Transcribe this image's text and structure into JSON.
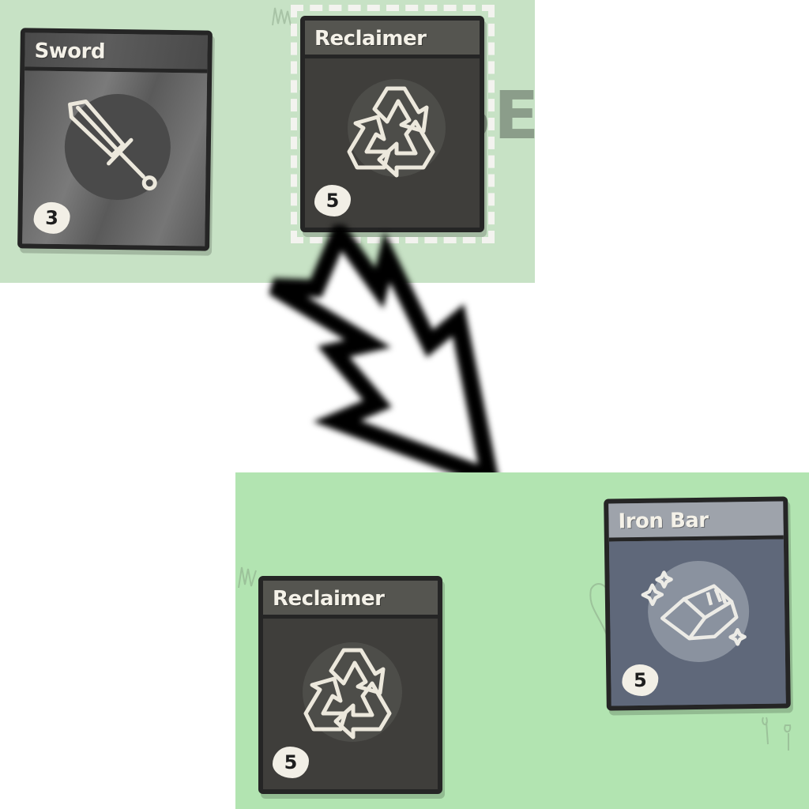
{
  "overlay": {
    "paused_label": "PAUSED"
  },
  "before": {
    "cards": {
      "sword": {
        "title": "Sword",
        "value": "3",
        "icon": "sword-icon"
      },
      "reclaimer": {
        "title": "Reclaimer",
        "value": "5",
        "icon": "recycle-icon",
        "selected": true
      }
    }
  },
  "transition": {
    "icon": "lightning-arrow-icon"
  },
  "after": {
    "cards": {
      "reclaimer": {
        "title": "Reclaimer",
        "value": "5",
        "icon": "recycle-icon"
      },
      "iron_bar": {
        "title": "Iron Bar",
        "value": "5",
        "icon": "iron-bar-icon"
      }
    }
  },
  "colors": {
    "board_before": "#c7e2c5",
    "board_after": "#b2e4b1",
    "card_outline": "#252525",
    "sword_card": "#6b6b6b",
    "reclaimer_card": "#3f3e3b",
    "iron_bar_card": "#5f687a",
    "iron_bar_header": "#9ea3ab",
    "value_badge": "#f2efe6"
  }
}
